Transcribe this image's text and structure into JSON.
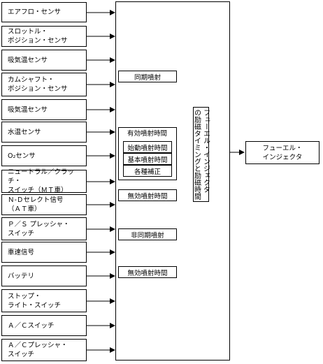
{
  "sensors": [
    "エアフロ・センサ",
    "スロットル・\nポジション・センサ",
    "吸気温センサ",
    "カムシャフト・\nポジション・センサ",
    "吸気温センサ",
    "水温センサ",
    "O₂センサ",
    "ニュートラル／クラッチ・\nスイッチ（ＭＴ車）",
    "Ｎ-Ｄセレクト信号\n（ＡＴ車）",
    "Ｐ／Ｓ プレッシャ・\nスイッチ",
    "車速信号",
    "バッテリ",
    "ストップ・\nライト・スイッチ",
    "Ａ／Ｃスイッチ",
    "Ａ／Ｃプレッシャ・\nスイッチ"
  ],
  "sync_injection": "同期噴射",
  "effective_time": {
    "title": "有効噴射時間",
    "items": [
      "始動噴射時間",
      "基本噴射時間",
      "各種補正"
    ]
  },
  "invalid_time_1": "無効噴射時間",
  "async_injection": "非同期噴射",
  "invalid_time_2": "無効噴射時間",
  "timing": "フューエル・インジェクタ\nの励磁タイミングと励磁時間",
  "output": "フューエル・\nインジェクタ"
}
